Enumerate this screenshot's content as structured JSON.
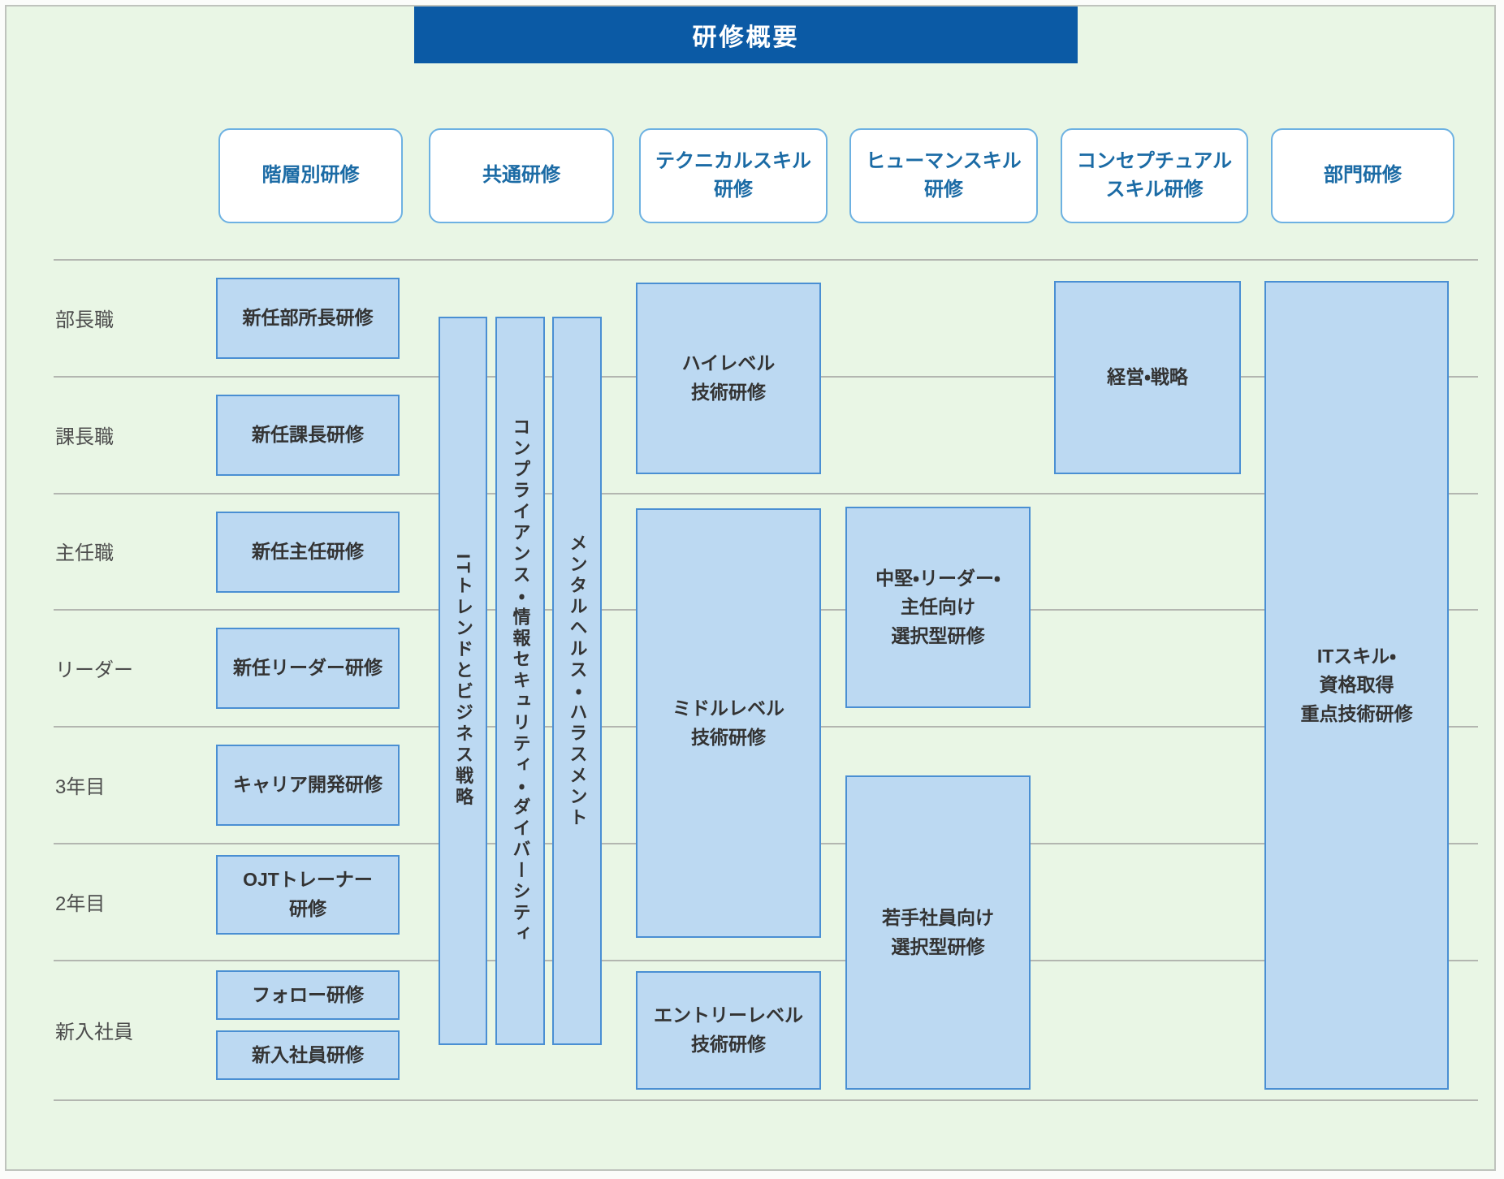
{
  "title": "研修概要",
  "colors": {
    "accent": "#0b5aa5",
    "box_fill": "#bcd9f2",
    "box_border": "#4a8fd3",
    "header_text": "#1b6ba5",
    "panel_background": "#e9f6e5"
  },
  "column_headers": [
    {
      "label": "階層別研修"
    },
    {
      "label": "共通研修"
    },
    {
      "label": "テクニカルスキル\n研修"
    },
    {
      "label": "ヒューマンスキル\n研修"
    },
    {
      "label": "コンセプチュアル\nスキル研修"
    },
    {
      "label": "部門研修"
    }
  ],
  "row_labels": [
    "部長職",
    "課長職",
    "主任職",
    "リーダー",
    "3年目",
    "2年目",
    "新入社員"
  ],
  "level_trainings": [
    "新任部所長研修",
    "新任課長研修",
    "新任主任研修",
    "新任リーダー研修",
    "キャリア開発研修",
    "OJTトレーナー\n研修",
    "フォロー研修",
    "新入社員研修"
  ],
  "common_trainings": [
    "ITトレンドとビジネス戦略",
    "コンプライアンス・情報セキュリティ・ダイバーシティ",
    "メンタルヘルス・ハラスメント"
  ],
  "technical_trainings": [
    "ハイレベル\n技術研修",
    "ミドルレベル\n技術研修",
    "エントリーレベル\n技術研修"
  ],
  "human_trainings": [
    "中堅・リーダー・\n主任向け\n選択型研修",
    "若手社員向け\n選択型研修"
  ],
  "conceptual_trainings": [
    "経営・戦略"
  ],
  "department_trainings": [
    "ITスキル・\n資格取得\n重点技術研修"
  ]
}
